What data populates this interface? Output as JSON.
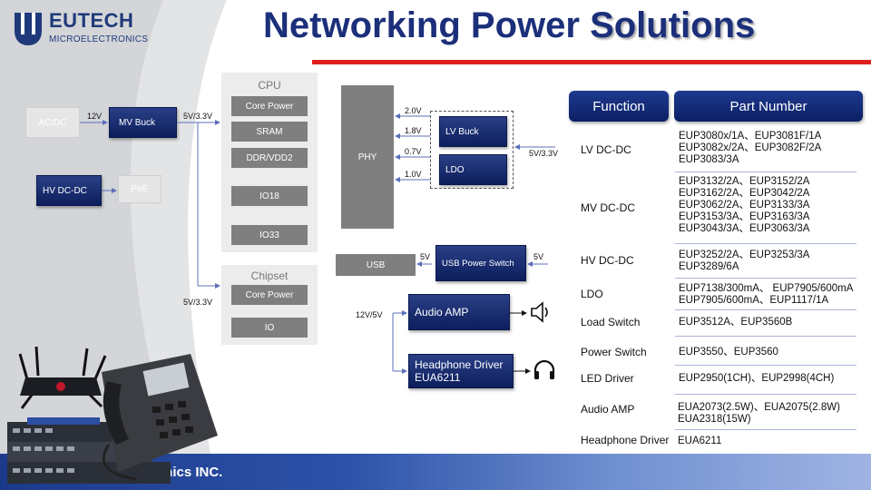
{
  "brand": {
    "name": "EUTECH",
    "sub": "MICROELECTRONICS",
    "colors": {
      "navy": "#1b2f7a",
      "red_rule": "#e01e1e",
      "block_blue": "#0c1e5c",
      "block_grey": "#7f7f7f"
    }
  },
  "title": {
    "main": "Networking Power ",
    "highlight": "Solutions"
  },
  "diagram": {
    "acdc": "AC/DC",
    "mv_buck": "MV Buck",
    "v12": "12V",
    "v5_33_top": "5V/3.3V",
    "hv_dcdc": "HV DC-DC",
    "poe": "PoE",
    "cpu": {
      "title": "CPU",
      "items": [
        "Core Power",
        "SRAM",
        "DDR/VDD2",
        "IO18",
        "IO33"
      ]
    },
    "chipset": {
      "title": "Chipset",
      "items": [
        "Core Power",
        "IO"
      ]
    },
    "v5_33_chipset": "5V/3.3V",
    "phy": "PHY",
    "phy_rails": [
      "2.0V",
      "1.8V",
      "0.7V",
      "1.0V"
    ],
    "lv_buck": "LV Buck",
    "ldo": "LDO",
    "v5_33_right": "5V/3.3V",
    "usb": "USB",
    "usb_switch": "USB Power Switch",
    "v5_left": "5V",
    "v5_right": "5V",
    "v12_5": "12V/5V",
    "audio_amp": "Audio AMP",
    "headphone_driver": "Headphone Driver\nEUA6211",
    "icons": [
      "speaker-icon",
      "headphones-icon"
    ]
  },
  "table": {
    "header_function": "Function",
    "header_part": "Part Number",
    "rows": [
      {
        "function": "LV DC-DC",
        "parts": "EUP3080x/1A、EUP3081F/1A\nEUP3082x/2A、EUP3082F/2A\nEUP3083/3A"
      },
      {
        "function": "MV DC-DC",
        "parts": "EUP3132/2A、EUP3152/2A\nEUP3162/2A、EUP3042/2A\nEUP3062/2A、EUP3133/3A\nEUP3153/3A、EUP3163/3A\nEUP3043/3A、EUP3063/3A"
      },
      {
        "function": "HV DC-DC",
        "parts": "EUP3252/2A、EUP3253/3A\nEUP3289/6A"
      },
      {
        "function": "LDO",
        "parts": "EUP7138/300mA、 EUP7905/600mA\nEUP7905/600mA、EUP1117/1A"
      },
      {
        "function": "Load Switch",
        "parts": "EUP3512A、EUP3560B"
      },
      {
        "function": "Power Switch",
        "parts": "EUP3550、EUP3560"
      },
      {
        "function": "LED Driver",
        "parts": "EUP2950(1CH)、EUP2998(4CH)"
      },
      {
        "function": "Audio AMP",
        "parts": "EUA2073(2.5W)、EUA2075(2.8W)\nEUA2318(15W)"
      },
      {
        "function": "Headphone Driver",
        "parts": "EUA6211"
      }
    ]
  },
  "footer": {
    "text": "onics INC."
  }
}
